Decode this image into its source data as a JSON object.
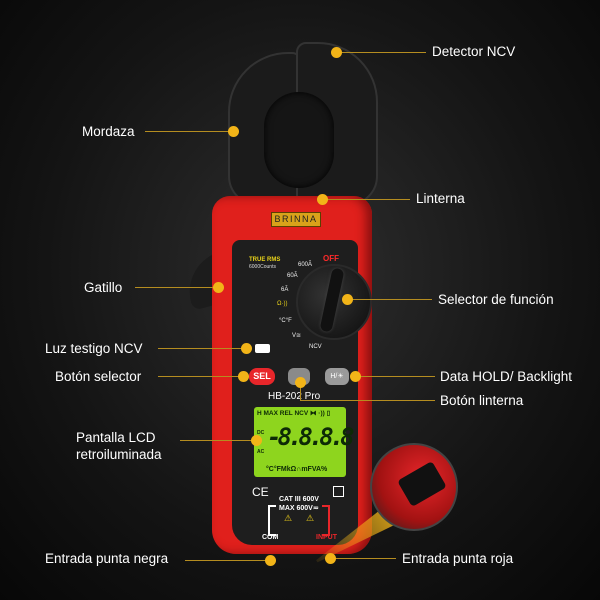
{
  "device": {
    "brand": "BRINNA",
    "true_rms": "TRUE RMS",
    "counts": "6000Counts",
    "model": "HB-202 Pro",
    "dial": {
      "off": "OFF",
      "positions": [
        "600Ã",
        "60Ã",
        "6Ã",
        "Ω·))",
        "°C°F",
        "V≅",
        "NCV"
      ]
    },
    "buttons": {
      "sel": "SEL",
      "hold": "H/☀"
    },
    "lcd": {
      "top": "H MAX REL NCV ⧓ ·)) ▯",
      "digits": "-8.8.8.8",
      "dc": "DC",
      "ac": "AC",
      "units": "°C°FMkΩ∩mFVA%"
    },
    "ce": "CE",
    "cat": "CAT III 600V",
    "max": "MAX 600V≂",
    "com": "COM",
    "input": "INPUT"
  },
  "colors": {
    "body": "#e0201c",
    "accent": "#f2b418",
    "lcd": "#8ed51e"
  },
  "callouts": {
    "ncv_detector": "Detector NCV",
    "jaw": "Mordaza",
    "flashlight": "Linterna",
    "trigger": "Gatillo",
    "function_selector": "Selector de función",
    "ncv_light": "Luz testigo NCV",
    "select_button": "Botón selector",
    "hold_backlight": "Data HOLD/ Backlight",
    "flashlight_button": "Botón linterna",
    "lcd_line1": "Pantalla LCD",
    "lcd_line2": "retroiluminada",
    "black_input": "Entrada punta negra",
    "red_input": "Entrada punta roja"
  }
}
